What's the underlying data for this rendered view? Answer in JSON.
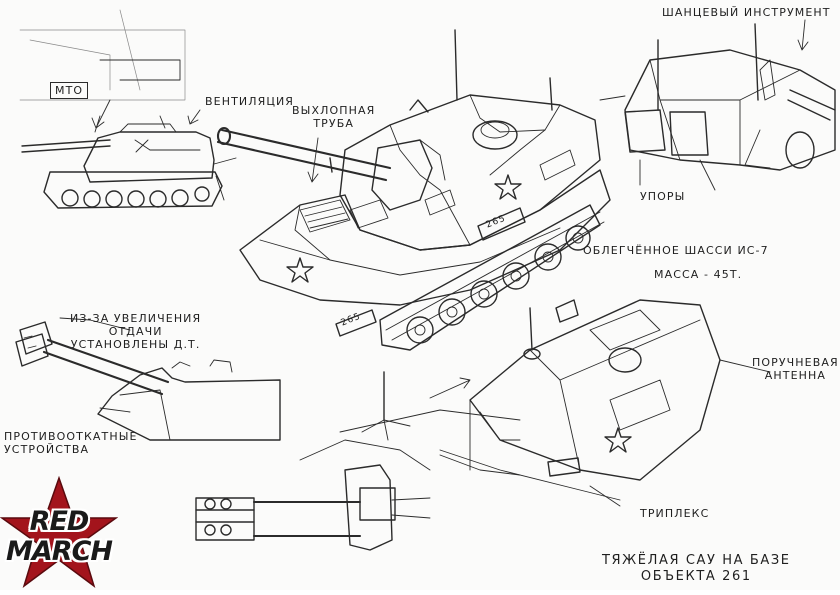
{
  "labels": {
    "mto": "МТО",
    "ventilation": "вентиляция",
    "exhaust": "выхлопная\nтруба",
    "tool": "шанцевый инструмент",
    "supports": "упоры",
    "chassis": "облегчённое шасси ИС-7",
    "mass": "масса - 45т.",
    "recoil_note": "из-за увеличения\nотдачи\nустановлены Д.Т.",
    "recoil_devices": "противооткатные\nустройства",
    "antenna": "поручневая\nантенна",
    "triplex": "триплекс",
    "caption": "тяжёлая САУ на базе\nобъекта 261",
    "hull_number": "265"
  },
  "logo": {
    "line1": "RED",
    "line2": "MARCH",
    "star_color": "#a3141c",
    "text_color": "#1a1a1a"
  }
}
